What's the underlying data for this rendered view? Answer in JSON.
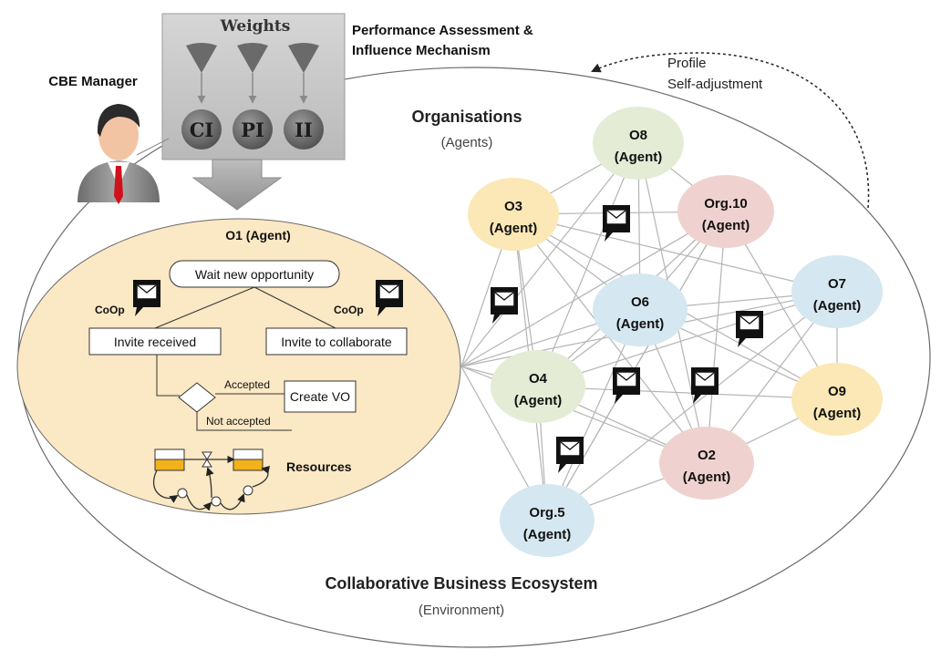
{
  "weights_panel": {
    "title": "Weights",
    "indices": [
      "CI",
      "PI",
      "II"
    ]
  },
  "mechanism": {
    "line1": "Performance Assessment &",
    "line2": "Influence Mechanism"
  },
  "manager": {
    "label": "CBE Manager"
  },
  "profile": {
    "line1": "Profile",
    "line2": "Self-adjustment"
  },
  "organisations": {
    "title": "Organisations",
    "subtitle": "(Agents)"
  },
  "ecosystem": {
    "title": "Collaborative Business Ecosystem",
    "subtitle": "(Environment)"
  },
  "o1": {
    "title": "O1 (Agent)",
    "wait": "Wait new opportunity",
    "coop_left": "CoOp",
    "coop_right": "CoOp",
    "invite_received": "Invite received",
    "invite_collab": "Invite to collaborate",
    "accepted": "Accepted",
    "not_accepted": "Not accepted",
    "create_vo": "Create VO",
    "resources": "Resources"
  },
  "agents": [
    {
      "id": "o8",
      "name": "O8",
      "role": "(Agent)",
      "color": "#e4ecd6"
    },
    {
      "id": "o3",
      "name": "O3",
      "role": "(Agent)",
      "color": "#fbe8b6"
    },
    {
      "id": "org10",
      "name": "Org.10",
      "role": "(Agent)",
      "color": "#efd2cf"
    },
    {
      "id": "o7",
      "name": "O7",
      "role": "(Agent)",
      "color": "#d5e7f0"
    },
    {
      "id": "o6",
      "name": "O6",
      "role": "(Agent)",
      "color": "#d5e7f0"
    },
    {
      "id": "o4",
      "name": "O4",
      "role": "(Agent)",
      "color": "#e4ecd6"
    },
    {
      "id": "o9",
      "name": "O9",
      "role": "(Agent)",
      "color": "#fbe8b6"
    },
    {
      "id": "o2",
      "name": "O2",
      "role": "(Agent)",
      "color": "#efd2cf"
    },
    {
      "id": "org5",
      "name": "Org.5",
      "role": "(Agent)",
      "color": "#d5e7f0"
    }
  ],
  "colors": {
    "o1_fill": "#fbe8c4",
    "panel_fill": "#c8c8c8",
    "network_line": "#b4b4b4",
    "resource_fill": "#f2b21c"
  }
}
